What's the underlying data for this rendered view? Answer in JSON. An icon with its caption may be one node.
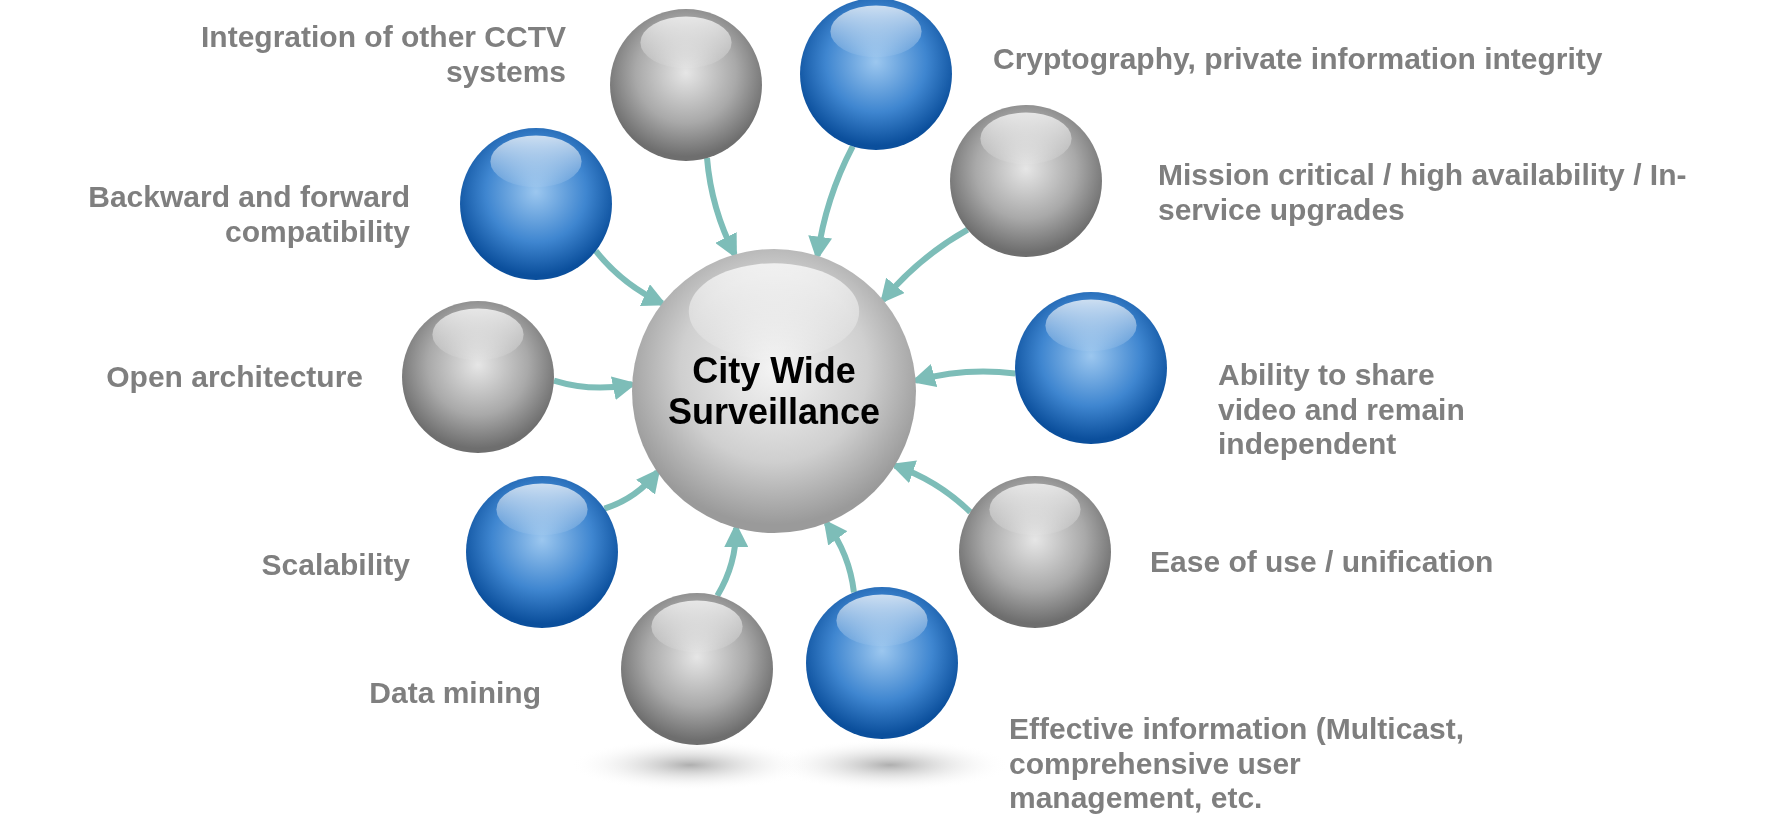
{
  "diagram": {
    "nodes": [
      {
        "text": [
          "City Wide Surveillance"
        ]
      },
      {
        "text": [],
        "shape": "circle",
        "beside": [
          "Integration of other CCTV systems"
        ]
      },
      {
        "text": [],
        "shape": "circle",
        "beside": [
          "Cryptography, private information integrity"
        ]
      },
      {
        "text": [],
        "shape": "circle",
        "beside": [
          "Mission critical / high availability / In-service upgrades"
        ]
      },
      {
        "text": [],
        "shape": "circle",
        "beside": [
          "Ability to share video and remain independent"
        ]
      },
      {
        "text": [],
        "shape": "circle",
        "beside": [
          "Ease of use / unification"
        ]
      },
      {
        "text": [],
        "shape": "circle",
        "beside": [
          "Effective information (Multicast, comprehensive user management, etc."
        ]
      },
      {
        "text": [],
        "shape": "circle",
        "beside": [
          "Data mining"
        ]
      },
      {
        "text": [],
        "shape": "circle",
        "beside": [
          "Scalability"
        ]
      },
      {
        "text": [],
        "shape": "circle",
        "beside": [
          "Open architecture"
        ]
      },
      {
        "text": [],
        "shape": "circle",
        "beside": [
          "Backward and forward compatibility"
        ]
      }
    ],
    "edges": [
      {
        "from": 1,
        "to": 0,
        "arrow": "to"
      },
      {
        "from": 2,
        "to": 0,
        "arrow": "to"
      },
      {
        "from": 3,
        "to": 0,
        "arrow": "to"
      },
      {
        "from": 4,
        "to": 0,
        "arrow": "to"
      },
      {
        "from": 5,
        "to": 0,
        "arrow": "to"
      },
      {
        "from": 6,
        "to": 0,
        "arrow": "to"
      },
      {
        "from": 7,
        "to": 0,
        "arrow": "to"
      },
      {
        "from": 8,
        "to": 0,
        "arrow": "to"
      },
      {
        "from": 9,
        "to": 0,
        "arrow": "to"
      },
      {
        "from": 10,
        "to": 0,
        "arrow": "to"
      }
    ]
  }
}
